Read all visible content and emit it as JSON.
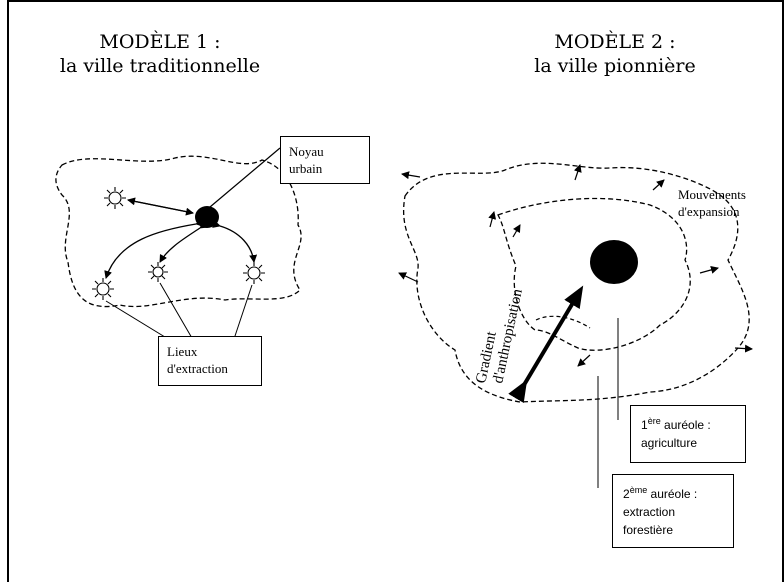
{
  "model1": {
    "title": "MODÈLE 1 :",
    "subtitle": "la ville traditionnelle",
    "core_label_line1": "Noyau",
    "core_label_line2": "urbain",
    "extraction_label_line1": "Lieux",
    "extraction_label_line2": "d'extraction"
  },
  "model2": {
    "title": "MODÈLE 2 :",
    "subtitle": "la ville pionnière",
    "expansion_label_line1": "Mouvements",
    "expansion_label_line2": "d'expansion",
    "gradient_label_line1": "Gradient",
    "gradient_label_line2": "d'anthropisation",
    "aureole1_number": "1",
    "aureole1_sup": "ère",
    "aureole1_word": " auréole :",
    "aureole1_desc": "agriculture",
    "aureole2_number": "2",
    "aureole2_sup": "ème",
    "aureole2_word": " auréole :",
    "aureole2_desc_line1": "extraction",
    "aureole2_desc_line2": "forestière"
  }
}
